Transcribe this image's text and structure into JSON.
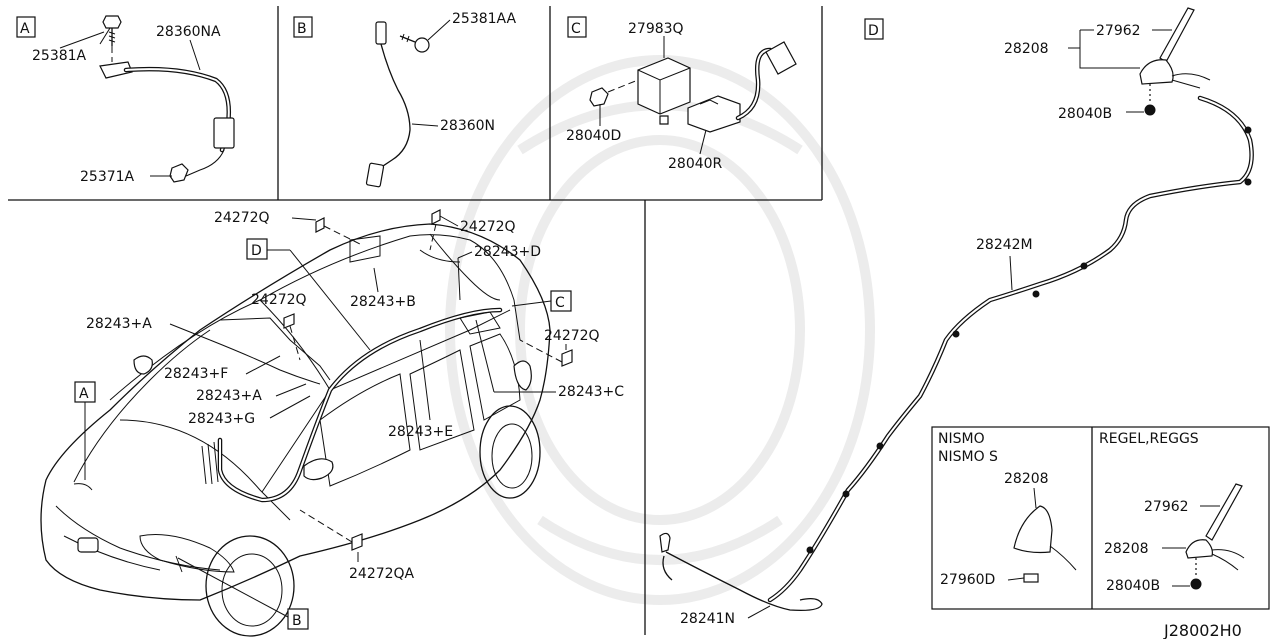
{
  "diagram_code": "J28002H0",
  "sections": {
    "A": {
      "letter": "A",
      "parts": [
        "25381A",
        "28360NA",
        "25371A"
      ]
    },
    "B": {
      "letter": "B",
      "parts": [
        "25381AA",
        "28360N"
      ]
    },
    "C": {
      "letter": "C",
      "parts": [
        "27983Q",
        "28040D",
        "28040R"
      ]
    },
    "D": {
      "letter": "D",
      "parts": [
        "27962",
        "28208",
        "28040B",
        "28242M",
        "28241N"
      ]
    }
  },
  "vehicle_labels": [
    "24272Q",
    "24272Q",
    "24272Q",
    "24272Q",
    "24272QA",
    "28243+D",
    "28243+B",
    "28243+A",
    "28243+F",
    "28243+A",
    "28243+G",
    "28243+E",
    "28243+C"
  ],
  "callouts": {
    "D": "D",
    "C": "C",
    "A": "A",
    "B": "B"
  },
  "inset": {
    "left": {
      "title_line1": "NISMO",
      "title_line2": "NISMO S",
      "parts": [
        "28208",
        "27960D"
      ]
    },
    "right": {
      "title": "REGEL,REGGS",
      "parts": [
        "27962",
        "28208",
        "28040B"
      ]
    }
  }
}
